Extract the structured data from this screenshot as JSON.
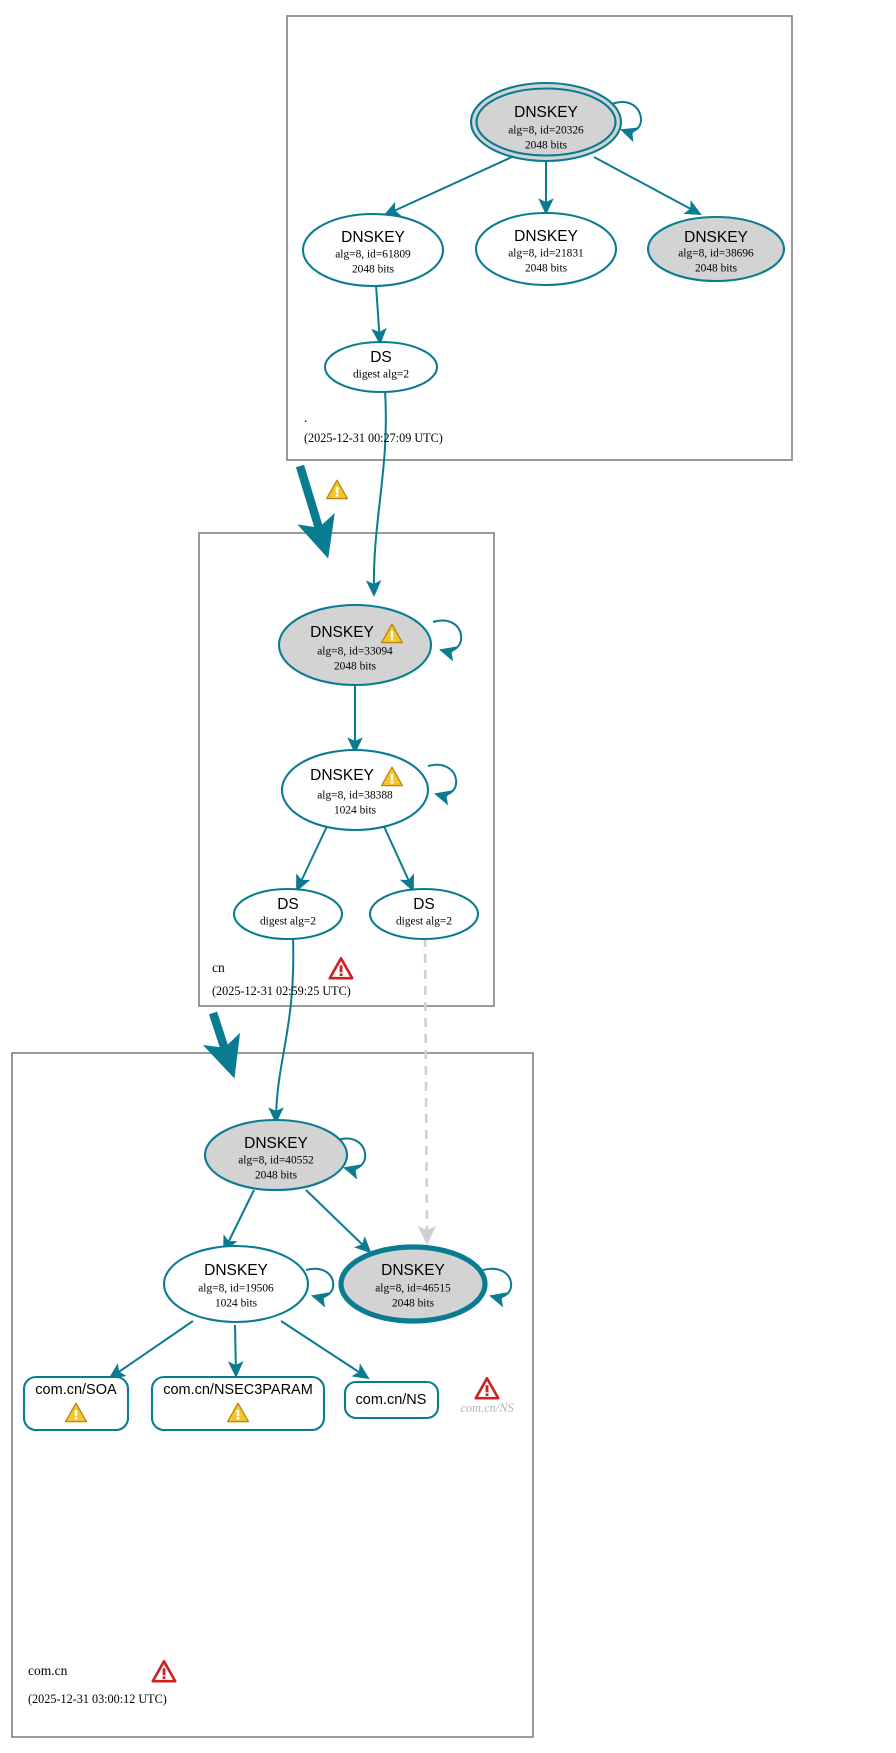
{
  "diagram": {
    "kind": "dnssec-authentication-chain",
    "colors": {
      "edge": "#0a7c91",
      "node_stroke": "#0a7c91",
      "secure_fill": "#d3d3d3",
      "plain_fill": "#ffffff",
      "zone_border": "#808080",
      "warning": "#f2c230",
      "error": "#cc2222",
      "insecure_edge": "#d0d0d0"
    },
    "zones": [
      {
        "id": "root",
        "name": ".",
        "timestamp": "(2025-12-31 00:27:09 UTC)",
        "status_icon": "",
        "nodes": [
          {
            "id": "r20326",
            "type": "DNSKEY",
            "line1": "DNSKEY",
            "line2": "alg=8, id=20326",
            "line3": "2048 bits",
            "fill": "gray",
            "trust_anchor": true,
            "warning": false
          },
          {
            "id": "r61809",
            "type": "DNSKEY",
            "line1": "DNSKEY",
            "line2": "alg=8, id=61809",
            "line3": "2048 bits",
            "fill": "white",
            "trust_anchor": false,
            "warning": false
          },
          {
            "id": "r21831",
            "type": "DNSKEY",
            "line1": "DNSKEY",
            "line2": "alg=8, id=21831",
            "line3": "2048 bits",
            "fill": "white",
            "trust_anchor": false,
            "warning": false
          },
          {
            "id": "r38696",
            "type": "DNSKEY",
            "line1": "DNSKEY",
            "line2": "alg=8, id=38696",
            "line3": "2048 bits",
            "fill": "gray",
            "trust_anchor": false,
            "warning": false
          },
          {
            "id": "rds",
            "type": "DS",
            "line1": "DS",
            "line2": "digest alg=2",
            "line3": "",
            "fill": "white",
            "trust_anchor": false,
            "warning": false
          }
        ]
      },
      {
        "id": "cn",
        "name": "cn",
        "timestamp": "(2025-12-31 02:59:25 UTC)",
        "status_icon": "error",
        "nodes": [
          {
            "id": "c33094",
            "type": "DNSKEY",
            "line1": "DNSKEY",
            "line2": "alg=8, id=33094",
            "line3": "2048 bits",
            "fill": "gray",
            "trust_anchor": false,
            "warning": true
          },
          {
            "id": "c38388",
            "type": "DNSKEY",
            "line1": "DNSKEY",
            "line2": "alg=8, id=38388",
            "line3": "1024 bits",
            "fill": "white",
            "trust_anchor": false,
            "warning": true
          },
          {
            "id": "cds1",
            "type": "DS",
            "line1": "DS",
            "line2": "digest alg=2",
            "line3": "",
            "fill": "white",
            "trust_anchor": false,
            "warning": false
          },
          {
            "id": "cds2",
            "type": "DS",
            "line1": "DS",
            "line2": "digest alg=2",
            "line3": "",
            "fill": "white",
            "trust_anchor": false,
            "warning": false
          }
        ]
      },
      {
        "id": "comcn",
        "name": "com.cn",
        "timestamp": "(2025-12-31 03:00:12 UTC)",
        "status_icon": "error",
        "nodes": [
          {
            "id": "k40552",
            "type": "DNSKEY",
            "line1": "DNSKEY",
            "line2": "alg=8, id=40552",
            "line3": "2048 bits",
            "fill": "gray",
            "trust_anchor": false,
            "warning": false
          },
          {
            "id": "k19506",
            "type": "DNSKEY",
            "line1": "DNSKEY",
            "line2": "alg=8, id=19506",
            "line3": "1024 bits",
            "fill": "white",
            "trust_anchor": false,
            "warning": false
          },
          {
            "id": "k46515",
            "type": "DNSKEY",
            "line1": "DNSKEY",
            "line2": "alg=8, id=46515",
            "line3": "2048 bits",
            "fill": "gray",
            "trust_anchor": false,
            "warning": false,
            "thick": true
          }
        ],
        "rrsets": [
          {
            "id": "rr_soa",
            "label": "com.cn/SOA",
            "warning": true
          },
          {
            "id": "rr_nsec3param",
            "label": "com.cn/NSEC3PARAM",
            "warning": true
          },
          {
            "id": "rr_ns",
            "label": "com.cn/NS",
            "warning": false
          }
        ],
        "ghost": {
          "label": "com.cn/NS",
          "icon": "error"
        }
      }
    ],
    "delegation_warnings": [
      {
        "id": "deleg_root_cn",
        "icon": "warning"
      }
    ]
  }
}
